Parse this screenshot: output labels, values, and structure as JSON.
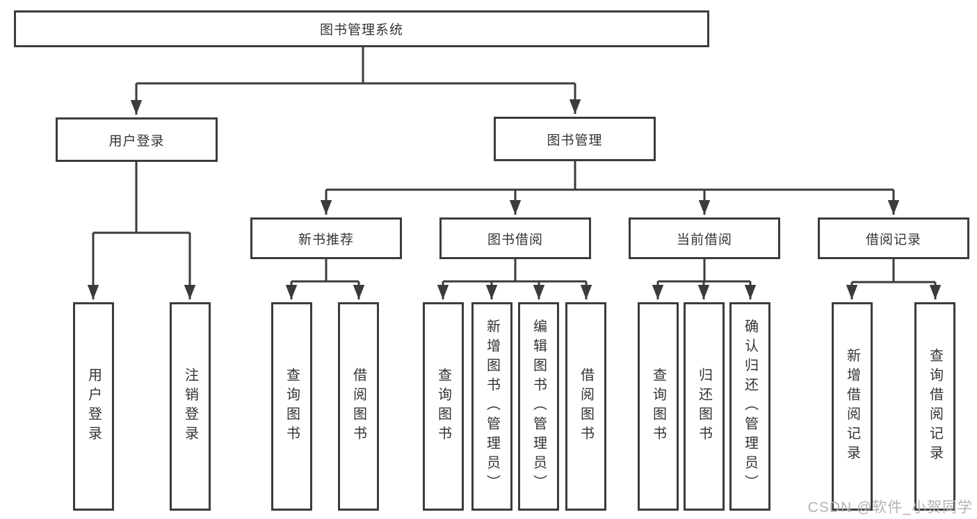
{
  "tree": {
    "root": "图书管理系统",
    "level2": [
      "用户登录",
      "图书管理"
    ],
    "level3": [
      "新书推荐",
      "图书借阅",
      "当前借阅",
      "借阅记录"
    ],
    "leaves": [
      "用户登录",
      "注销登录",
      "查询图书",
      "借阅图书",
      "查询图书",
      "新增图书（管理员）",
      "编辑图书（管理员）",
      "借阅图书",
      "查询图书",
      "归还图书",
      "确认归还（管理员）",
      "新增借阅记录",
      "查询借阅记录"
    ]
  },
  "watermark": "CSDN @软件_小贺同学",
  "colors": {
    "line": "#3b3b3b",
    "box_border": "#3b3b3b",
    "text": "#333333",
    "watermark": "#b8b1b1",
    "background": "#ffffff"
  }
}
